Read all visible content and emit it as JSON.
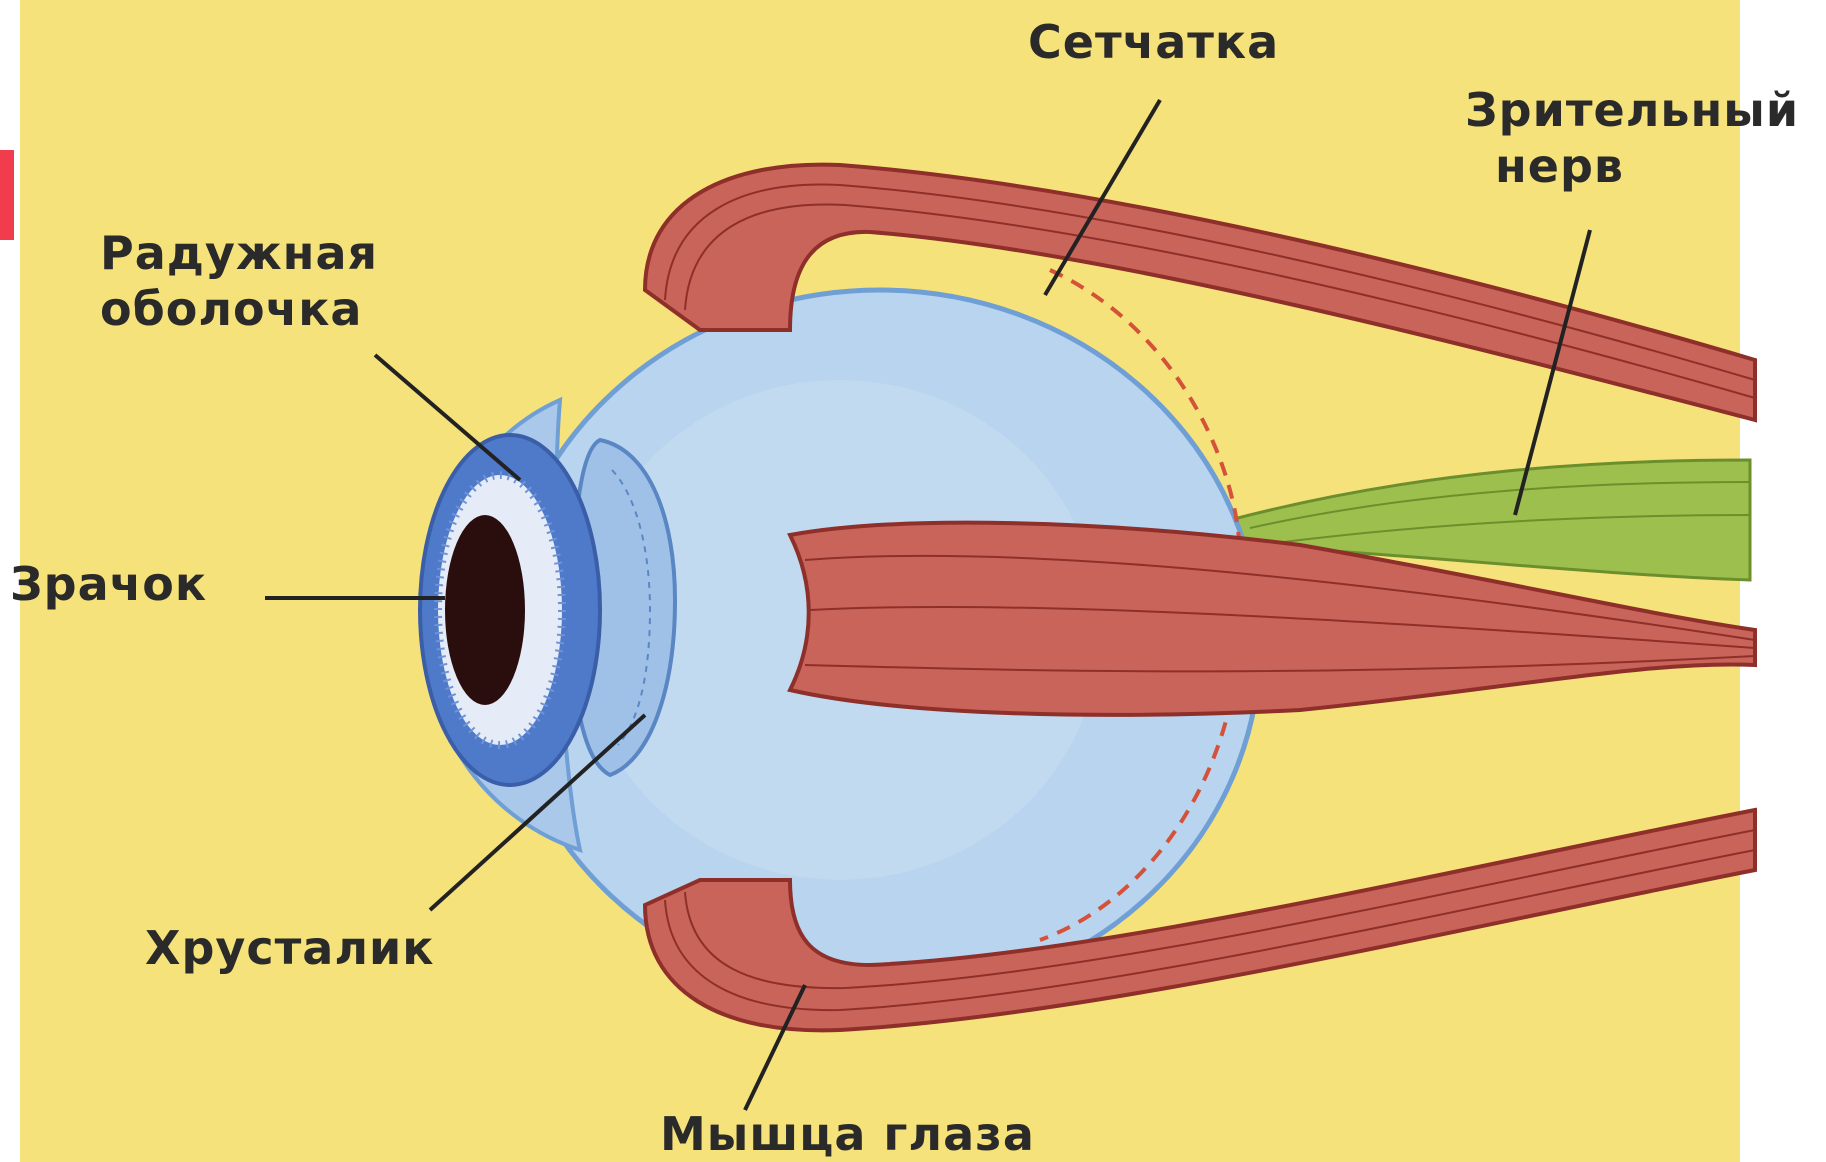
{
  "labels": {
    "retina": "Сетчатка",
    "optic_nerve": [
      "Зрительный",
      "нерв"
    ],
    "iris": [
      "Радужная",
      "оболочка"
    ],
    "pupil": "Зрачок",
    "lens": "Хрусталик",
    "eye_muscle": "Мышца глаза"
  },
  "colors": {
    "background": "#f6e27a",
    "eyeball": "#b8d4ee",
    "eyeball_outline": "#6f9fd4",
    "iris": "#4f79c9",
    "pupil": "#2a0e0e",
    "muscle": "#c9645a",
    "muscle_stripe": "#8e2f2a",
    "nerve": "#9cbf4e",
    "retina_dash": "#d4523a",
    "leader_line": "#222222"
  }
}
